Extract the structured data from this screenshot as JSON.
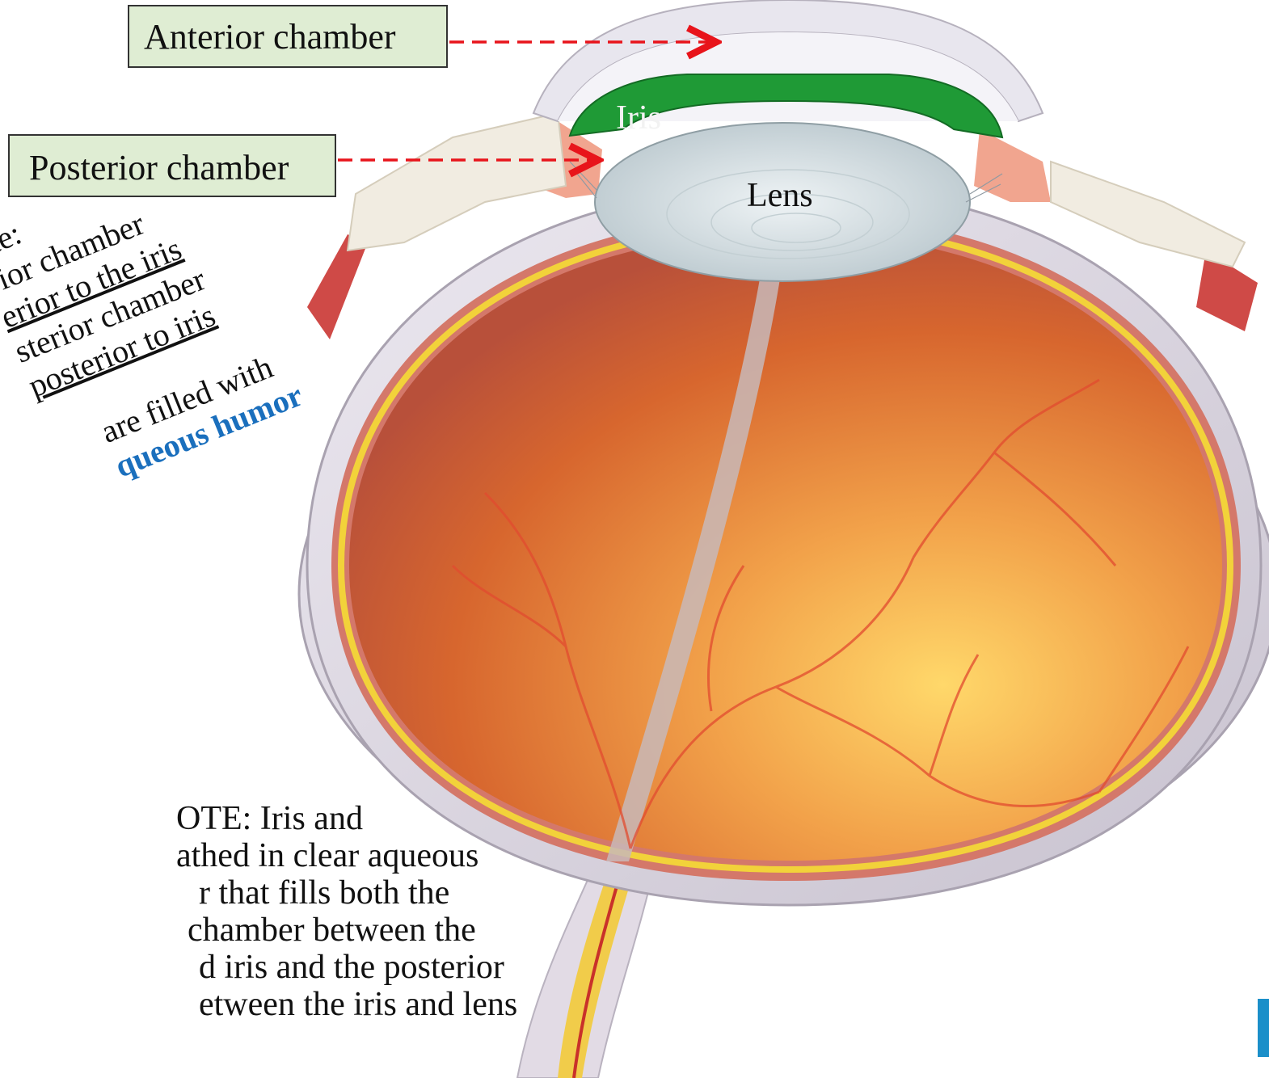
{
  "labels": {
    "anterior_chamber": "Anterior chamber",
    "posterior_chamber": "Posterior chamber",
    "iris": "Iris",
    "lens": "Lens"
  },
  "rotated_note": {
    "line1": "ote:",
    "line2": "rior chamber",
    "line3": "erior to the iris",
    "line4": "sterior chamber",
    "line5": "posterior to iris",
    "line6": "are filled with",
    "line7": "queous humor"
  },
  "bottom_note": {
    "line1": "OTE: Iris and",
    "line2": "athed in clear aqueous",
    "line3": "r that fills both the",
    "line4": "chamber between the",
    "line5": "d iris and the posterior",
    "line6": "etween the iris and lens"
  },
  "colors": {
    "label_box_fill": "#dfedd3",
    "arrow": "#e8141b",
    "iris": "#1f9a36",
    "vitreous": "#d9672b",
    "lens": "#d6dde0",
    "sclera": "#d8d3dc",
    "retina_line": "#f2d23a",
    "aqueous_text": "#1a6fbd"
  }
}
